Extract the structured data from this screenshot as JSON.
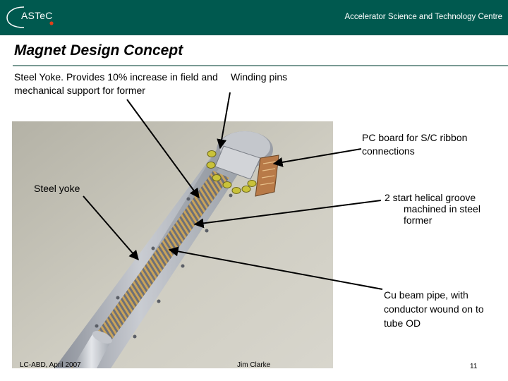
{
  "header": {
    "logo_text": "ASTeC",
    "centre_name": "Accelerator Science and Technology Centre",
    "accent_color": "#00594f",
    "logo_dot_color": "#e0401a"
  },
  "slide": {
    "title": "Magnet Design Concept",
    "labels": {
      "steel_yoke_desc": "Steel Yoke.  Provides 10% increase in field and mechanical support for former",
      "winding_pins": "Winding pins",
      "pc_board": "PC board for S/C ribbon connections",
      "steel_yoke": "Steel yoke",
      "helical_groove_line1": "2 start helical groove",
      "helical_groove_line2": "machined in steel former",
      "cu_beam_pipe": "Cu beam pipe, with conductor wound on to tube OD"
    }
  },
  "footer": {
    "event": "LC-ABD, April 2007",
    "author": "Jim Clarke",
    "page_number": "11"
  }
}
